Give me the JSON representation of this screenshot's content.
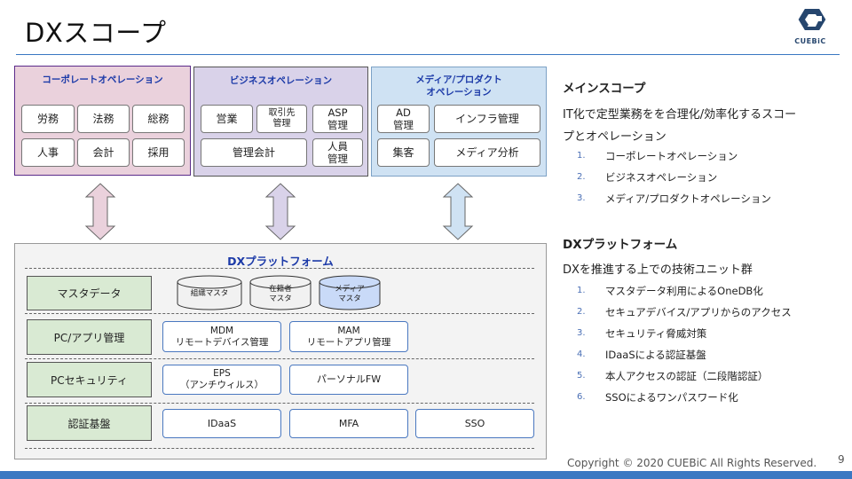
{
  "page": {
    "title": "DXスコープ",
    "page_number": "9",
    "copyright": "Copyright © 2020 CUEBiC All Rights Reserved."
  },
  "logo": {
    "text": "CUEBiC",
    "color": "#26466e"
  },
  "scope": {
    "corporate": {
      "title": "コーポレートオペレーション",
      "color": "#ead1dc",
      "items": [
        "労務",
        "法務",
        "総務",
        "人事",
        "会計",
        "採用"
      ]
    },
    "business": {
      "title": "ビジネスオペレーション",
      "color": "#d9d2e9",
      "items": [
        "営業",
        "取引先\n管理",
        "ASP\n管理",
        "管理会計",
        "人員\n管理"
      ]
    },
    "media": {
      "title_line1": "メディア/プロダクト",
      "title_line2": "オペレーション",
      "color": "#cfe2f3",
      "items": [
        "AD\n管理",
        "インフラ管理",
        "集客",
        "メディア分析"
      ]
    }
  },
  "platform": {
    "title": "DXプラットフォーム",
    "rows": [
      {
        "label": "マスタデータ",
        "cylinders": [
          "組織マスタ",
          "在籍者\nマスタ",
          "メディア\nマスタ"
        ]
      },
      {
        "label": "PC/アプリ管理",
        "items": [
          "MDM\nリモートデバイス管理",
          "MAM\nリモートアプリ管理"
        ]
      },
      {
        "label": "PCセキュリティ",
        "items": [
          "EPS\n（アンチウィルス）",
          "パーソナルFW"
        ]
      },
      {
        "label": "認証基盤",
        "items": [
          "IDaaS",
          "MFA",
          "SSO"
        ]
      }
    ]
  },
  "right": {
    "section1": {
      "heading": "メインスコープ",
      "body_line1": "IT化で定型業務をを合理化/効率化するスコー",
      "body_line2": "プとオペレーション",
      "items": [
        "コーポレートオペレーション",
        "ビジネスオペレーション",
        "メディア/プロダクトオペレーション"
      ]
    },
    "section2": {
      "heading": "DXプラットフォーム",
      "body": "DXを推進する上での技術ユニット群",
      "items": [
        "マスタデータ利用によるOneDB化",
        "セキュアデバイス/アプリからのアクセス",
        "セキュリティ脅威対策",
        "IDaaSによる認証基盤",
        "本人アクセスの認証（二段階認証）",
        "SSOによるワンパスワード化"
      ]
    },
    "numbers": [
      "1.",
      "2.",
      "3.",
      "4.",
      "5.",
      "6."
    ]
  },
  "colors": {
    "accent": "#3a78c2",
    "title_blue": "#1c3aa8",
    "row_label_bg": "#d9ead3"
  }
}
